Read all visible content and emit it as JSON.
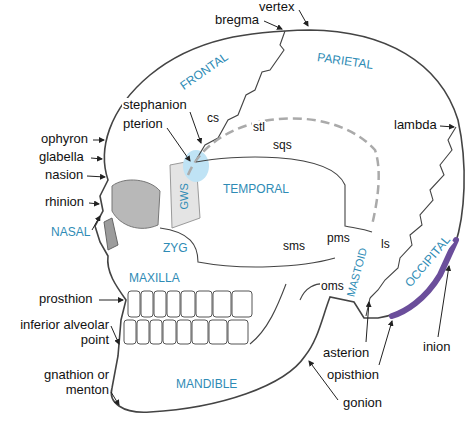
{
  "diagram": {
    "labels": [
      "vertex",
      "bregma",
      "PARIETAL",
      "FRONTAL",
      "stephanion",
      "cs",
      "pterion",
      "stl",
      "lambda",
      "ophyron",
      "sqs",
      "glabella",
      "nasion",
      "GWS",
      "TEMPORAL",
      "rhinion",
      "NASAL",
      "pms",
      "sms",
      "ls",
      "ZYG",
      "MAXILLA",
      "MASTOID",
      "OCCIPITAL",
      "oms",
      "prosthion",
      "inferior alveolar point",
      "asterion",
      "inion",
      "opisthion",
      "gnathion or menton",
      "MANDIBLE",
      "gonion"
    ]
  }
}
